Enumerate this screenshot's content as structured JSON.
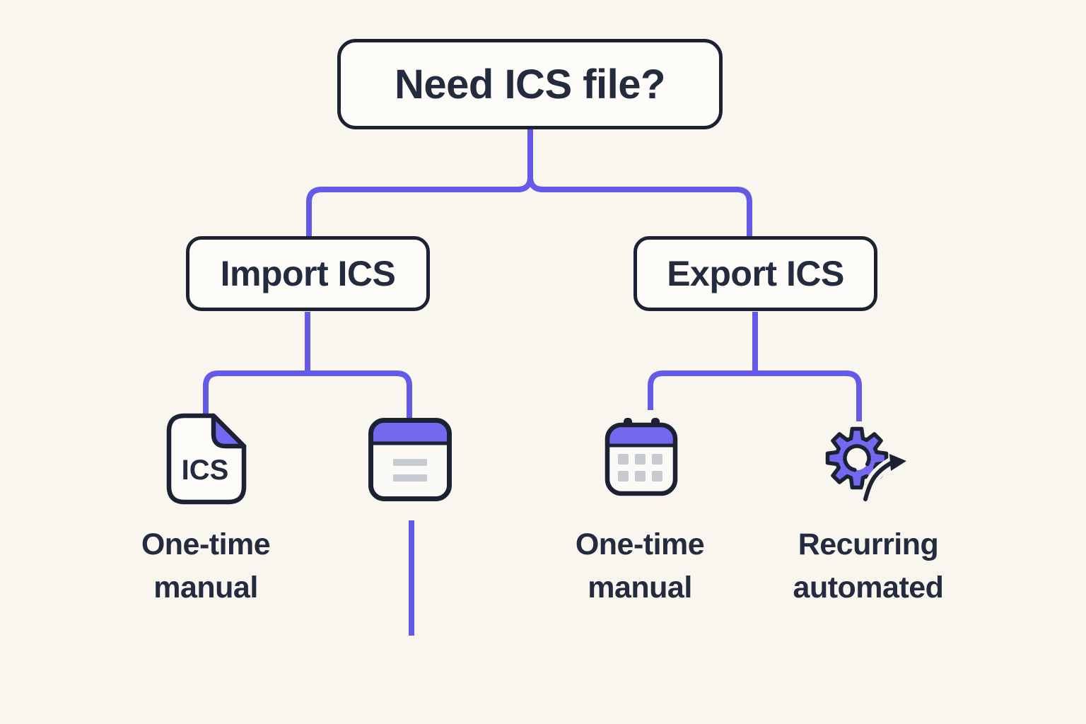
{
  "diagram": {
    "root_label": "Need ICS file?",
    "import_label": "Import ICS",
    "export_label": "Export ICS",
    "ics_file_badge": "ICS",
    "leaf_labels": {
      "import_file": "One-time manual",
      "export_calendar": "One-time manual",
      "export_gear": "Recurring automated"
    }
  },
  "icons": {
    "import_file": "ics-file-icon",
    "import_calendar": "calendar-note-icon",
    "export_calendar": "calendar-grid-icon",
    "export_gear": "gear-automation-icon"
  },
  "colors": {
    "background": "#F9F6EF",
    "node_fill": "#FEFCF8",
    "outline_dark": "#1C2231",
    "text_dark": "#242B3E",
    "connector_purple": "#6459E8",
    "icon_accent_purple": "#7568F0",
    "icon_gray": "#C7CBD1"
  }
}
